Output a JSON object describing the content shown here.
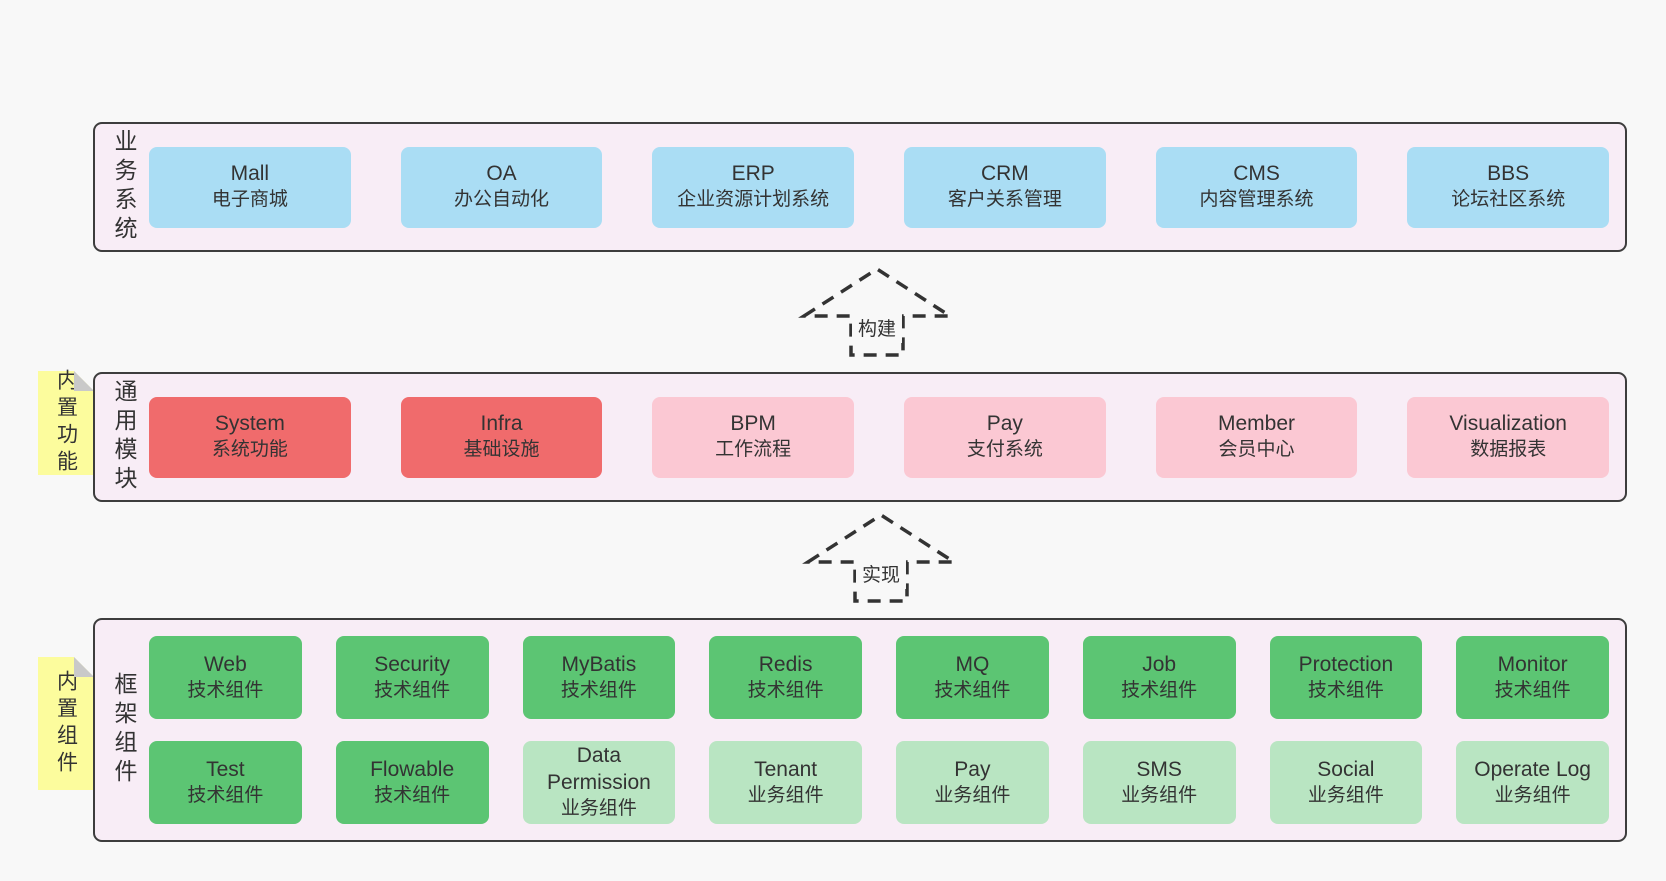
{
  "layers": [
    {
      "label": "业务系统",
      "boxes": [
        {
          "title": "Mall",
          "subtitle": "电子商城"
        },
        {
          "title": "OA",
          "subtitle": "办公自动化"
        },
        {
          "title": "ERP",
          "subtitle": "企业资源计划系统"
        },
        {
          "title": "CRM",
          "subtitle": "客户关系管理"
        },
        {
          "title": "CMS",
          "subtitle": "内容管理系统"
        },
        {
          "title": "BBS",
          "subtitle": "论坛社区系统"
        }
      ]
    },
    {
      "label": "通用模块",
      "note": "内置功能",
      "boxes": [
        {
          "title": "System",
          "subtitle": "系统功能"
        },
        {
          "title": "Infra",
          "subtitle": "基础设施"
        },
        {
          "title": "BPM",
          "subtitle": "工作流程"
        },
        {
          "title": "Pay",
          "subtitle": "支付系统"
        },
        {
          "title": "Member",
          "subtitle": "会员中心"
        },
        {
          "title": "Visualization",
          "subtitle": "数据报表"
        }
      ]
    },
    {
      "label": "框架组件",
      "note": "内置组件",
      "rows": [
        [
          {
            "title": "Web",
            "subtitle": "技术组件"
          },
          {
            "title": "Security",
            "subtitle": "技术组件"
          },
          {
            "title": "MyBatis",
            "subtitle": "技术组件"
          },
          {
            "title": "Redis",
            "subtitle": "技术组件"
          },
          {
            "title": "MQ",
            "subtitle": "技术组件"
          },
          {
            "title": "Job",
            "subtitle": "技术组件"
          },
          {
            "title": "Protection",
            "subtitle": "技术组件"
          },
          {
            "title": "Monitor",
            "subtitle": "技术组件"
          }
        ],
        [
          {
            "title": "Test",
            "subtitle": "技术组件"
          },
          {
            "title": "Flowable",
            "subtitle": "技术组件"
          },
          {
            "title": "Data Permission",
            "subtitle": "业务组件"
          },
          {
            "title": "Tenant",
            "subtitle": "业务组件"
          },
          {
            "title": "Pay",
            "subtitle": "业务组件"
          },
          {
            "title": "SMS",
            "subtitle": "业务组件"
          },
          {
            "title": "Social",
            "subtitle": "业务组件"
          },
          {
            "title": "Operate Log",
            "subtitle": "业务组件"
          }
        ]
      ]
    }
  ],
  "arrows": [
    {
      "label": "构建"
    },
    {
      "label": "实现"
    }
  ],
  "colors": {
    "system_blue": "#AADDF4",
    "module_red": "#F06B6C",
    "module_pink": "#FBC8D3",
    "component_green": "#5CC573",
    "component_light_green": "#B9E5C2",
    "note_yellow": "#FCFC9D",
    "layer_background": "#F8EDF6",
    "page_background": "#F8F8F8"
  }
}
